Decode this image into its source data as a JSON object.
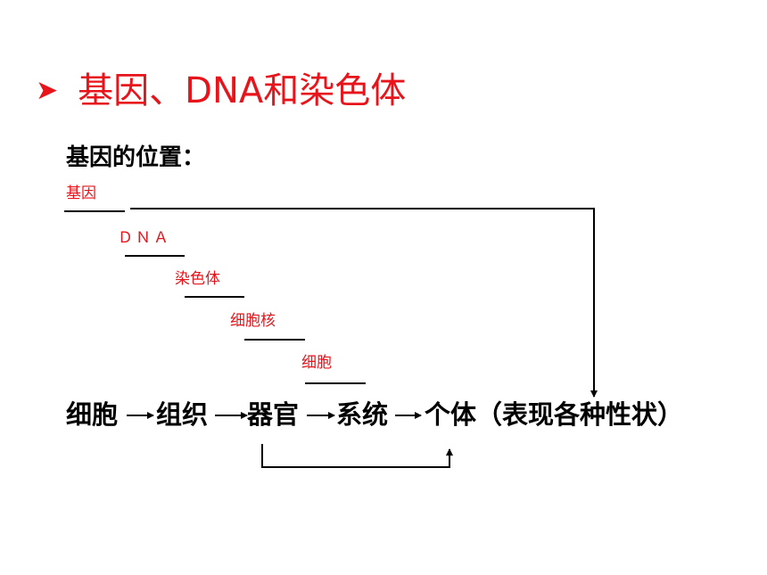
{
  "header": {
    "bullet_icon": "arrowhead-bullet-icon",
    "title": "基因、DNA和染色体"
  },
  "section": {
    "subtitle": "基因的位置："
  },
  "hierarchy": {
    "levels": [
      "基因",
      "ＤＮＡ",
      "染色体",
      "细胞核",
      "细胞"
    ]
  },
  "chain": {
    "items": [
      "细胞",
      "组织",
      "器官",
      "系统",
      "个体（表现各种性状）"
    ]
  },
  "colors": {
    "accent": "#e8141b",
    "text": "#000000"
  }
}
